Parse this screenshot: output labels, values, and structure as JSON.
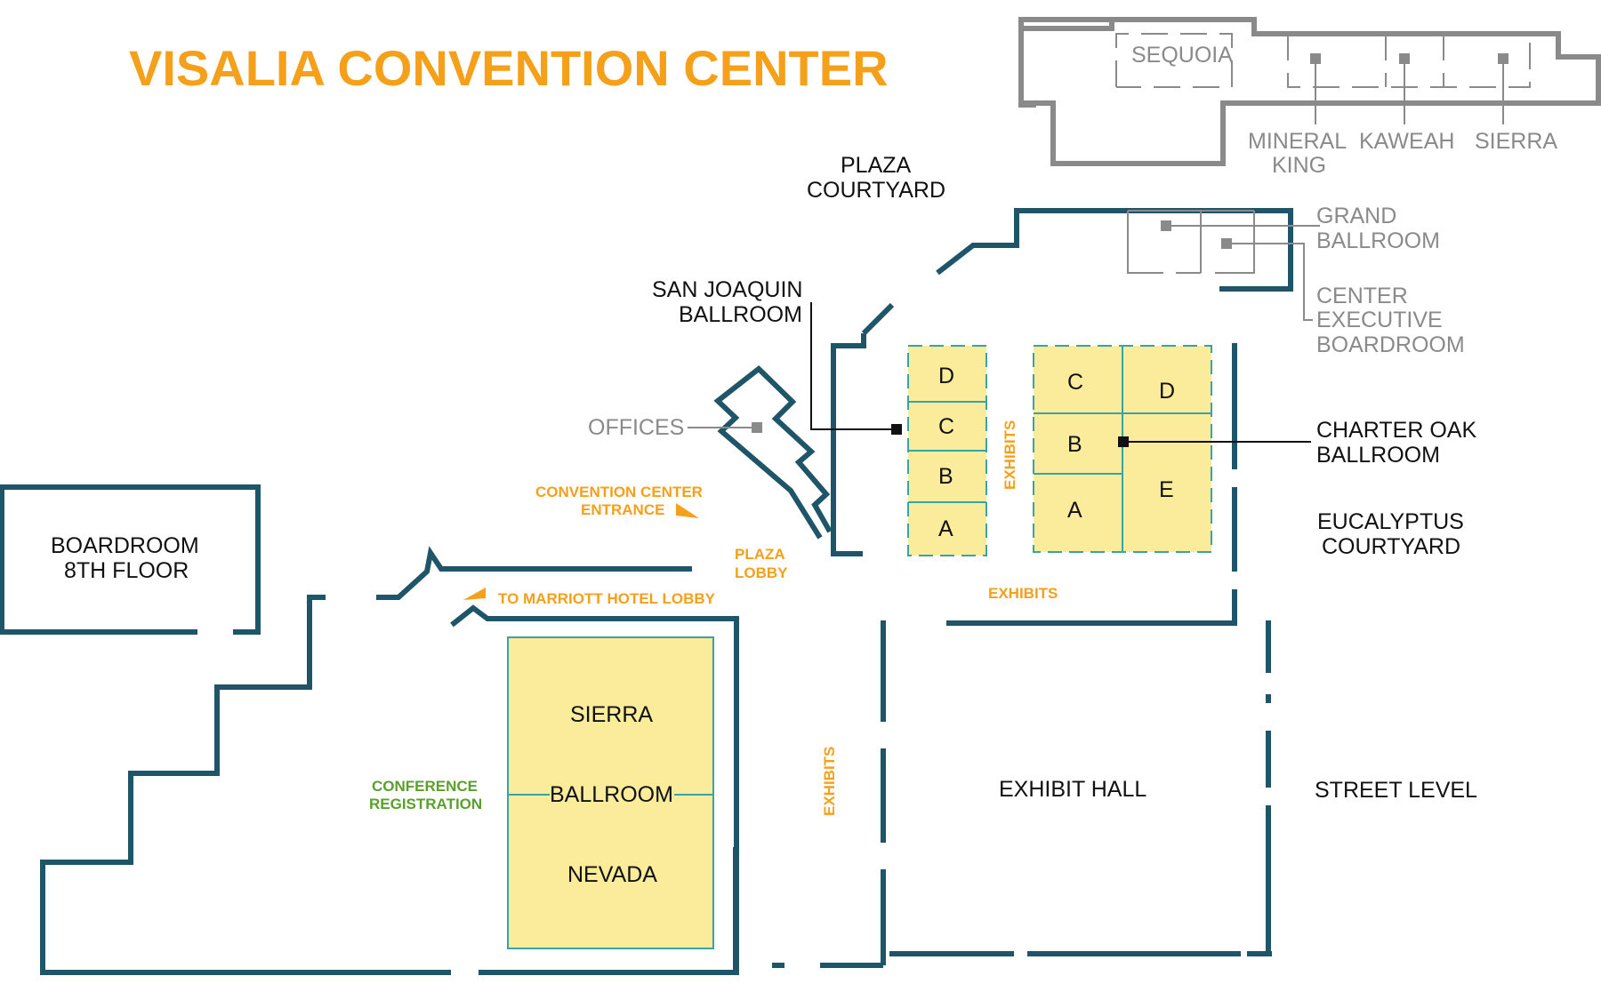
{
  "title": "VISALIA CONVENTION CENTER",
  "areas": {
    "plaza_courtyard": [
      "PLAZA",
      "COURTYARD"
    ],
    "san_joaquin": [
      "SAN JOAQUIN",
      "BALLROOM"
    ],
    "offices": "OFFICES",
    "charter_oak": [
      "CHARTER OAK",
      "BALLROOM"
    ],
    "eucalyptus": [
      "EUCALYPTUS",
      "COURTYARD"
    ],
    "boardroom": [
      "BOARDROOM",
      "8TH FLOOR"
    ],
    "exhibit_hall": "EXHIBIT HALL",
    "street_level": "STREET LEVEL",
    "grand_ballroom": [
      "GRAND",
      "BALLROOM"
    ],
    "center_exec": [
      "CENTER",
      "EXECUTIVE",
      "BOARDROOM"
    ]
  },
  "upper_rooms": {
    "sequoia": "SEQUOIA",
    "mineral_king": [
      "MINERAL",
      "KING"
    ],
    "kaweah": "KAWEAH",
    "sierra": "SIERRA"
  },
  "san_joaquin_rooms": [
    "D",
    "C",
    "B",
    "A"
  ],
  "charter_oak_rooms": [
    "C",
    "D",
    "B",
    "A",
    "E"
  ],
  "sierra_ballroom": [
    "SIERRA",
    "BALLROOM",
    "NEVADA"
  ],
  "orange_labels": {
    "entrance": [
      "CONVENTION CENTER",
      "ENTRANCE"
    ],
    "plaza_lobby": [
      "PLAZA",
      "LOBBY"
    ],
    "marriott": "TO MARRIOTT HOTEL LOBBY",
    "exhibits": "EXHIBITS"
  },
  "green_labels": {
    "registration": [
      "CONFERENCE",
      "REGISTRATION"
    ]
  },
  "colors": {
    "title": "#f5a01a",
    "wall": "#1f5568",
    "room_fill": "#fbec9b",
    "room_border": "#3aa3a4",
    "grey": "#8a8a8a",
    "green": "#5aa02c"
  }
}
